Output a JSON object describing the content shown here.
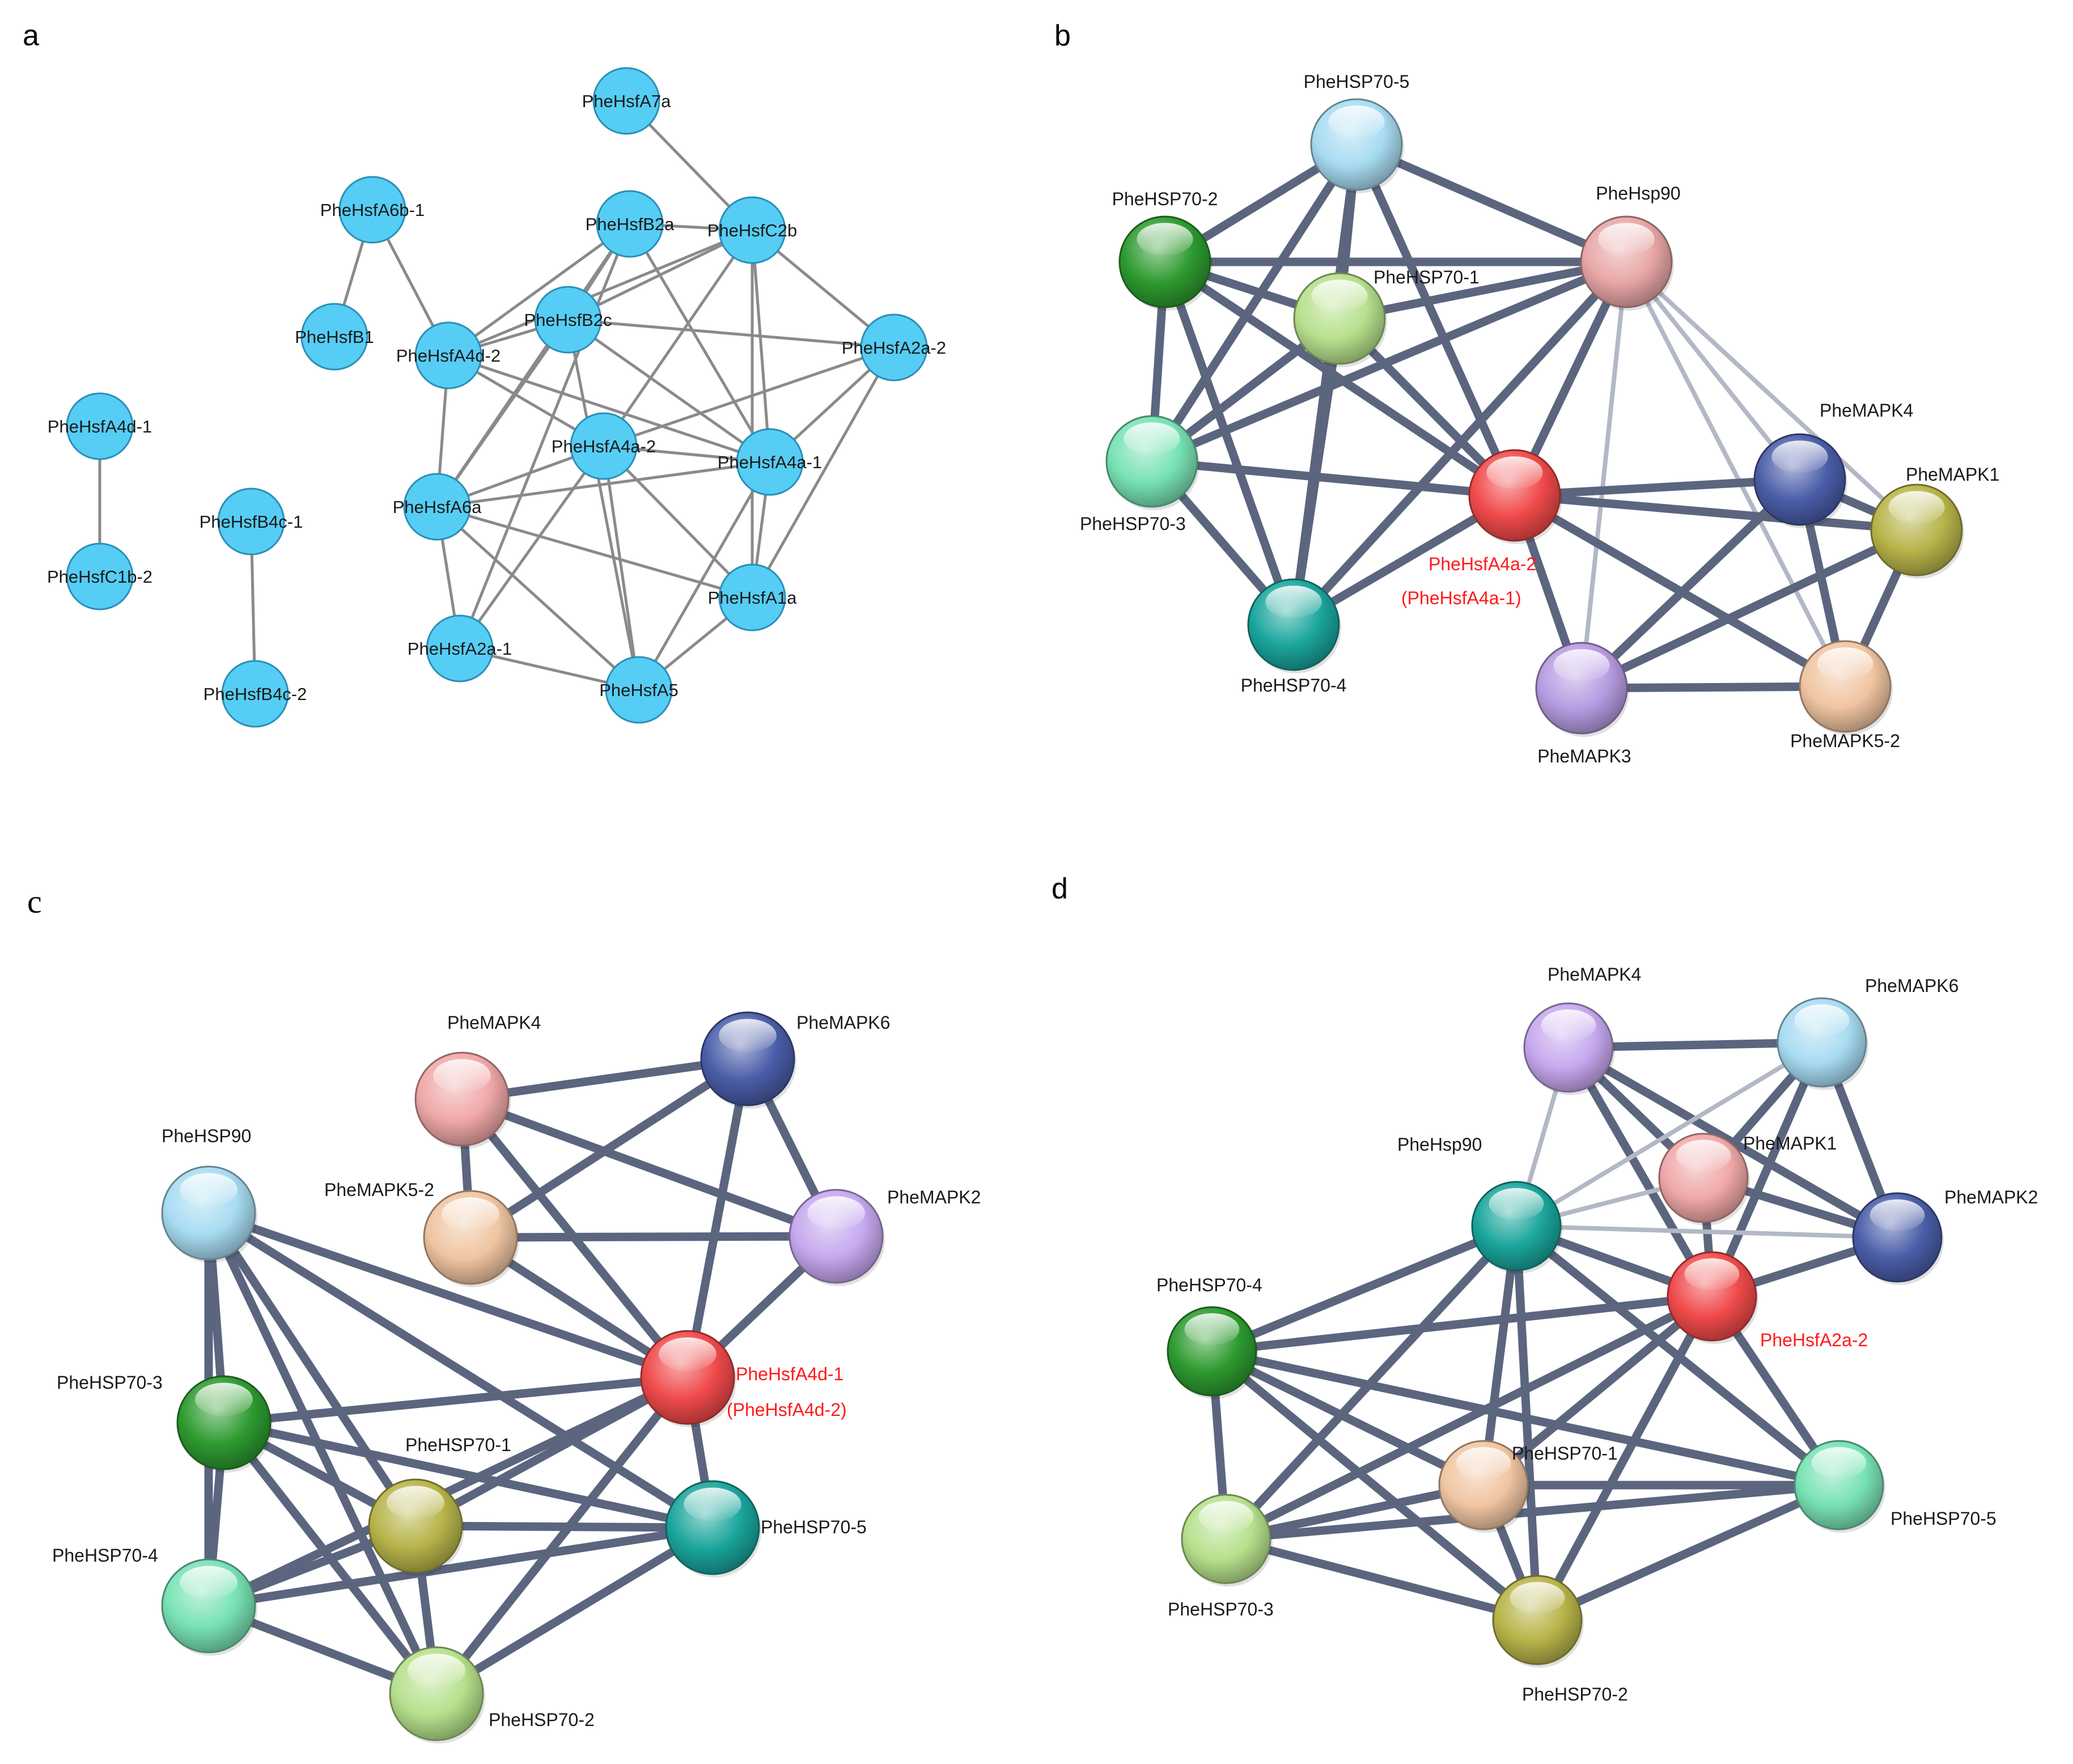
{
  "panels": [
    {
      "id": "a",
      "letter": "a",
      "style": "flat",
      "node_color": "#56cdf4",
      "nodes": [
        {
          "id": "A7a",
          "label": "PheHsfA7a"
        },
        {
          "id": "A6b1",
          "label": "PheHsfA6b-1"
        },
        {
          "id": "B2a",
          "label": "PheHsfB2a"
        },
        {
          "id": "C2b",
          "label": "PheHsfC2b"
        },
        {
          "id": "B1",
          "label": "PheHsfB1"
        },
        {
          "id": "B2c",
          "label": "PheHsfB2c"
        },
        {
          "id": "A4d2",
          "label": "PheHsfA4d-2"
        },
        {
          "id": "A2a2",
          "label": "PheHsfA2a-2"
        },
        {
          "id": "A4d1",
          "label": "PheHsfA4d-1"
        },
        {
          "id": "A4a2",
          "label": "PheHsfA4a-2"
        },
        {
          "id": "A4a1",
          "label": "PheHsfA4a-1"
        },
        {
          "id": "B4c1",
          "label": "PheHsfB4c-1"
        },
        {
          "id": "A6a",
          "label": "PheHsfA6a"
        },
        {
          "id": "C1b2",
          "label": "PheHsfC1b-2"
        },
        {
          "id": "A1a",
          "label": "PheHsfA1a"
        },
        {
          "id": "A2a1",
          "label": "PheHsfA2a-1"
        },
        {
          "id": "A5",
          "label": "PheHsfA5"
        },
        {
          "id": "B4c2",
          "label": "PheHsfB4c-2"
        }
      ],
      "edges": [
        [
          "A7a",
          "C2b"
        ],
        [
          "A6b1",
          "B1"
        ],
        [
          "A6b1",
          "A4d2"
        ],
        [
          "A4d1",
          "C1b2"
        ],
        [
          "B4c1",
          "B4c2"
        ],
        [
          "A4d2",
          "B2c"
        ],
        [
          "A4d2",
          "B2a"
        ],
        [
          "A4d2",
          "C2b"
        ],
        [
          "A4d2",
          "A6a"
        ],
        [
          "A4d2",
          "A4a2"
        ],
        [
          "A4d2",
          "A4a1"
        ],
        [
          "B2a",
          "C2b"
        ],
        [
          "B2a",
          "B2c"
        ],
        [
          "B2a",
          "A4a1"
        ],
        [
          "B2a",
          "A6a"
        ],
        [
          "B2a",
          "A2a1"
        ],
        [
          "C2b",
          "B2c"
        ],
        [
          "C2b",
          "A2a2"
        ],
        [
          "C2b",
          "A4a1"
        ],
        [
          "C2b",
          "A1a"
        ],
        [
          "C2b",
          "A4a2"
        ],
        [
          "B2c",
          "A2a2"
        ],
        [
          "B2c",
          "A4a1"
        ],
        [
          "B2c",
          "A6a"
        ],
        [
          "B2c",
          "A5"
        ],
        [
          "A4a2",
          "A6a"
        ],
        [
          "A4a2",
          "A2a2"
        ],
        [
          "A4a2",
          "A4a1"
        ],
        [
          "A4a2",
          "A1a"
        ],
        [
          "A4a2",
          "A5"
        ],
        [
          "A4a2",
          "A2a1"
        ],
        [
          "A4a1",
          "A6a"
        ],
        [
          "A4a1",
          "A2a2"
        ],
        [
          "A4a1",
          "A1a"
        ],
        [
          "A4a1",
          "A5"
        ],
        [
          "A6a",
          "A1a"
        ],
        [
          "A6a",
          "A2a1"
        ],
        [
          "A6a",
          "A5"
        ],
        [
          "A2a2",
          "A1a"
        ],
        [
          "A1a",
          "A5"
        ],
        [
          "A2a1",
          "A5"
        ]
      ]
    },
    {
      "id": "b",
      "letter": "b",
      "style": "sphere",
      "nodes": [
        {
          "id": "H5",
          "label": "PheHSP70-5",
          "color": "#a8dcf2"
        },
        {
          "id": "H2",
          "label": "PheHSP70-2",
          "color": "#2d9a2f"
        },
        {
          "id": "H90",
          "label": "PheHsp90",
          "color": "#e8a6a6"
        },
        {
          "id": "H1",
          "label": "PheHSP70-1",
          "color": "#b6e08c"
        },
        {
          "id": "M4",
          "label": "PheMAPK4",
          "color": "#4a5da8"
        },
        {
          "id": "H3",
          "label": "PheHSP70-3",
          "color": "#78e2b4"
        },
        {
          "id": "HSF",
          "label": "PheHsfA4a-2",
          "label2": "(PheHsfA4a-1)",
          "color": "#f04a4a",
          "red": true
        },
        {
          "id": "M1",
          "label": "PheMAPK1",
          "color": "#b7b44a"
        },
        {
          "id": "H4",
          "label": "PheHSP70-4",
          "color": "#1aa59c"
        },
        {
          "id": "M3",
          "label": "PheMAPK3",
          "color": "#b79ce2"
        },
        {
          "id": "M52",
          "label": "PheMAPK5-2",
          "color": "#f0c5a2"
        }
      ],
      "edges": [
        [
          "H5",
          "H2",
          "s"
        ],
        [
          "H5",
          "H1",
          "s"
        ],
        [
          "H5",
          "H90",
          "s"
        ],
        [
          "H5",
          "H3",
          "s"
        ],
        [
          "H5",
          "H4",
          "s"
        ],
        [
          "H5",
          "HSF",
          "s"
        ],
        [
          "H2",
          "H90",
          "s"
        ],
        [
          "H2",
          "H1",
          "s"
        ],
        [
          "H2",
          "H3",
          "s"
        ],
        [
          "H2",
          "H4",
          "s"
        ],
        [
          "H2",
          "HSF",
          "s"
        ],
        [
          "H1",
          "H90",
          "s"
        ],
        [
          "H1",
          "H3",
          "s"
        ],
        [
          "H1",
          "H4",
          "s"
        ],
        [
          "H1",
          "HSF",
          "s"
        ],
        [
          "H90",
          "H3",
          "s"
        ],
        [
          "H90",
          "H4",
          "s"
        ],
        [
          "H90",
          "HSF",
          "s"
        ],
        [
          "H90",
          "M4",
          "l"
        ],
        [
          "H90",
          "M1",
          "l"
        ],
        [
          "H90",
          "M3",
          "l"
        ],
        [
          "H90",
          "M52",
          "l"
        ],
        [
          "H3",
          "H4",
          "s"
        ],
        [
          "H3",
          "HSF",
          "s"
        ],
        [
          "H4",
          "HSF",
          "s"
        ],
        [
          "HSF",
          "M4",
          "s"
        ],
        [
          "HSF",
          "M1",
          "s"
        ],
        [
          "HSF",
          "M3",
          "s"
        ],
        [
          "HSF",
          "M52",
          "s"
        ],
        [
          "M4",
          "M1",
          "s"
        ],
        [
          "M4",
          "M3",
          "s"
        ],
        [
          "M4",
          "M52",
          "s"
        ],
        [
          "M1",
          "M3",
          "s"
        ],
        [
          "M1",
          "M52",
          "s"
        ],
        [
          "M3",
          "M52",
          "s"
        ]
      ]
    },
    {
      "id": "c",
      "letter": "c",
      "style": "sphere",
      "nodes": [
        {
          "id": "M4",
          "label": "PheMAPK4",
          "color": "#f0a8a8"
        },
        {
          "id": "M6",
          "label": "PheMAPK6",
          "color": "#4a5da8"
        },
        {
          "id": "H90",
          "label": "PheHSP90",
          "color": "#a8dcf2"
        },
        {
          "id": "M52",
          "label": "PheMAPK5-2",
          "color": "#f0c5a2"
        },
        {
          "id": "M2",
          "label": "PheMAPK2",
          "color": "#c6a8ee"
        },
        {
          "id": "HSF",
          "label": "PheHsfA4d-1",
          "label2": "(PheHsfA4d-2)",
          "color": "#f04a4a",
          "red": true
        },
        {
          "id": "H3",
          "label": "PheHSP70-3",
          "color": "#2d9a2f"
        },
        {
          "id": "H1",
          "label": "PheHSP70-1",
          "color": "#b7b44a"
        },
        {
          "id": "H5",
          "label": "PheHSP70-5",
          "color": "#1aa59c"
        },
        {
          "id": "H4",
          "label": "PheHSP70-4",
          "color": "#78e2b4"
        },
        {
          "id": "H2",
          "label": "PheHSP70-2",
          "color": "#b6e08c"
        }
      ],
      "edges": [
        [
          "M4",
          "M6",
          "s"
        ],
        [
          "M4",
          "M2",
          "s"
        ],
        [
          "M4",
          "HSF",
          "s"
        ],
        [
          "M4",
          "M52",
          "s"
        ],
        [
          "M6",
          "M52",
          "s"
        ],
        [
          "M6",
          "M2",
          "s"
        ],
        [
          "M6",
          "HSF",
          "s"
        ],
        [
          "M52",
          "M2",
          "s"
        ],
        [
          "M52",
          "HSF",
          "s"
        ],
        [
          "M2",
          "HSF",
          "s"
        ],
        [
          "H90",
          "HSF",
          "s"
        ],
        [
          "H90",
          "H3",
          "s"
        ],
        [
          "H90",
          "H1",
          "s"
        ],
        [
          "H90",
          "H5",
          "s"
        ],
        [
          "H90",
          "H4",
          "s"
        ],
        [
          "H90",
          "H2",
          "s"
        ],
        [
          "HSF",
          "H3",
          "s"
        ],
        [
          "HSF",
          "H1",
          "s"
        ],
        [
          "HSF",
          "H5",
          "s"
        ],
        [
          "HSF",
          "H4",
          "s"
        ],
        [
          "HSF",
          "H2",
          "s"
        ],
        [
          "H3",
          "H1",
          "s"
        ],
        [
          "H3",
          "H5",
          "s"
        ],
        [
          "H3",
          "H4",
          "s"
        ],
        [
          "H3",
          "H2",
          "s"
        ],
        [
          "H1",
          "H5",
          "s"
        ],
        [
          "H1",
          "H4",
          "s"
        ],
        [
          "H1",
          "H2",
          "s"
        ],
        [
          "H5",
          "H4",
          "s"
        ],
        [
          "H5",
          "H2",
          "s"
        ],
        [
          "H4",
          "H2",
          "s"
        ]
      ]
    },
    {
      "id": "d",
      "letter": "d",
      "style": "sphere",
      "nodes": [
        {
          "id": "M4",
          "label": "PheMAPK4",
          "color": "#c6a8ee"
        },
        {
          "id": "M6",
          "label": "PheMAPK6",
          "color": "#a8dcf2"
        },
        {
          "id": "H90",
          "label": "PheHsp90",
          "color": "#1aa59c"
        },
        {
          "id": "M1",
          "label": "PheMAPK1",
          "color": "#f0a8a8"
        },
        {
          "id": "M2",
          "label": "PheMAPK2",
          "color": "#4a5da8"
        },
        {
          "id": "HSF",
          "label": "PheHsfA2a-2",
          "color": "#f04a4a",
          "red": true
        },
        {
          "id": "H4",
          "label": "PheHSP70-4",
          "color": "#2d9a2f"
        },
        {
          "id": "H1",
          "label": "PheHSP70-1",
          "color": "#f0c5a2"
        },
        {
          "id": "H5",
          "label": "PheHSP70-5",
          "color": "#78e2b4"
        },
        {
          "id": "H3",
          "label": "PheHSP70-3",
          "color": "#b6e08c"
        },
        {
          "id": "H2",
          "label": "PheHSP70-2",
          "color": "#b7b44a"
        }
      ],
      "edges": [
        [
          "M4",
          "M6",
          "s"
        ],
        [
          "M4",
          "M1",
          "s"
        ],
        [
          "M4",
          "M2",
          "s"
        ],
        [
          "M4",
          "HSF",
          "s"
        ],
        [
          "M4",
          "H90",
          "l"
        ],
        [
          "M6",
          "M1",
          "s"
        ],
        [
          "M6",
          "M2",
          "s"
        ],
        [
          "M6",
          "HSF",
          "s"
        ],
        [
          "M6",
          "H90",
          "l"
        ],
        [
          "M1",
          "M2",
          "s"
        ],
        [
          "M1",
          "HSF",
          "s"
        ],
        [
          "M1",
          "H90",
          "l"
        ],
        [
          "M2",
          "HSF",
          "s"
        ],
        [
          "M2",
          "H90",
          "l"
        ],
        [
          "H90",
          "HSF",
          "s"
        ],
        [
          "H90",
          "H4",
          "s"
        ],
        [
          "H90",
          "H1",
          "s"
        ],
        [
          "H90",
          "H3",
          "s"
        ],
        [
          "H90",
          "H2",
          "s"
        ],
        [
          "H90",
          "H5",
          "s"
        ],
        [
          "HSF",
          "H4",
          "s"
        ],
        [
          "HSF",
          "H1",
          "s"
        ],
        [
          "HSF",
          "H5",
          "s"
        ],
        [
          "HSF",
          "H3",
          "s"
        ],
        [
          "HSF",
          "H2",
          "s"
        ],
        [
          "H4",
          "H1",
          "s"
        ],
        [
          "H4",
          "H5",
          "s"
        ],
        [
          "H4",
          "H3",
          "s"
        ],
        [
          "H4",
          "H2",
          "s"
        ],
        [
          "H1",
          "H5",
          "s"
        ],
        [
          "H1",
          "H3",
          "s"
        ],
        [
          "H1",
          "H2",
          "s"
        ],
        [
          "H5",
          "H3",
          "s"
        ],
        [
          "H5",
          "H2",
          "s"
        ],
        [
          "H3",
          "H2",
          "s"
        ]
      ]
    }
  ]
}
